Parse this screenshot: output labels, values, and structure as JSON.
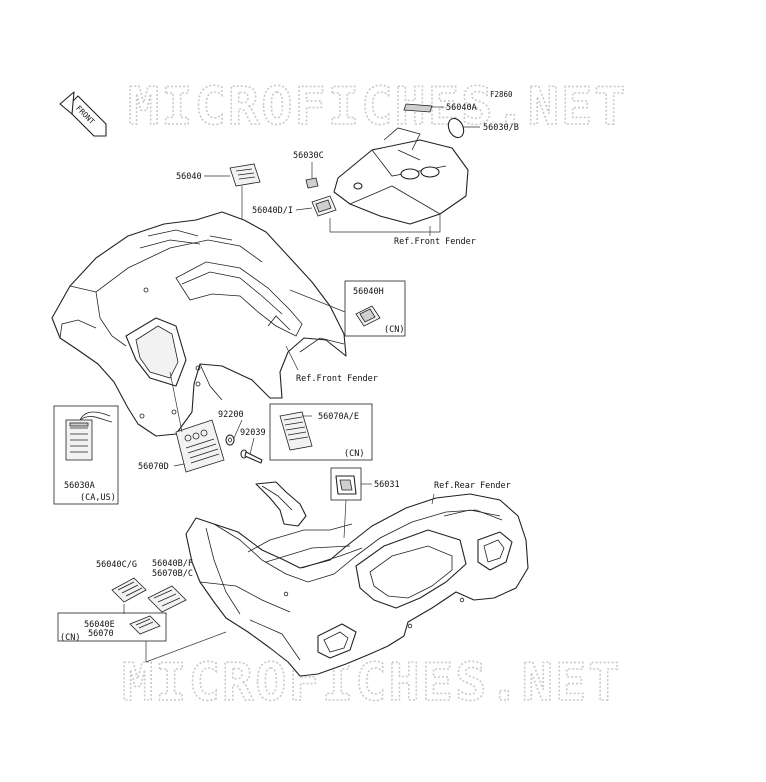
{
  "diagram": {
    "figure_code": "F2860",
    "front_arrow_label": "FRONT",
    "watermark_text": "MICROFICHES.NET",
    "labels": {
      "p56040a": "56040A",
      "p56030b": "56030/B",
      "p56030c": "56030C",
      "p56040": "56040",
      "p56040di": "56040D/I",
      "ref_front_fender_1": "Ref.Front Fender",
      "p56040h": "56040H",
      "p56040h_cn": "(CN)",
      "ref_front_fender_2": "Ref.Front Fender",
      "p92200": "92200",
      "p56070ae": "56070A/E",
      "p92039": "92039",
      "p56070ae_cn": "(CN)",
      "p56070d": "56070D",
      "p56030a": "56030A",
      "p56030a_region": "(CA,US)",
      "p56031": "56031",
      "ref_rear_fender": "Ref.Rear Fender",
      "p56040cg": "56040C/G",
      "p56040bf": "56040B/F",
      "p56070bc": "56070B/C",
      "p56040e": "56040E",
      "p56070": "56070",
      "p56070_cn": "(CN)"
    }
  }
}
